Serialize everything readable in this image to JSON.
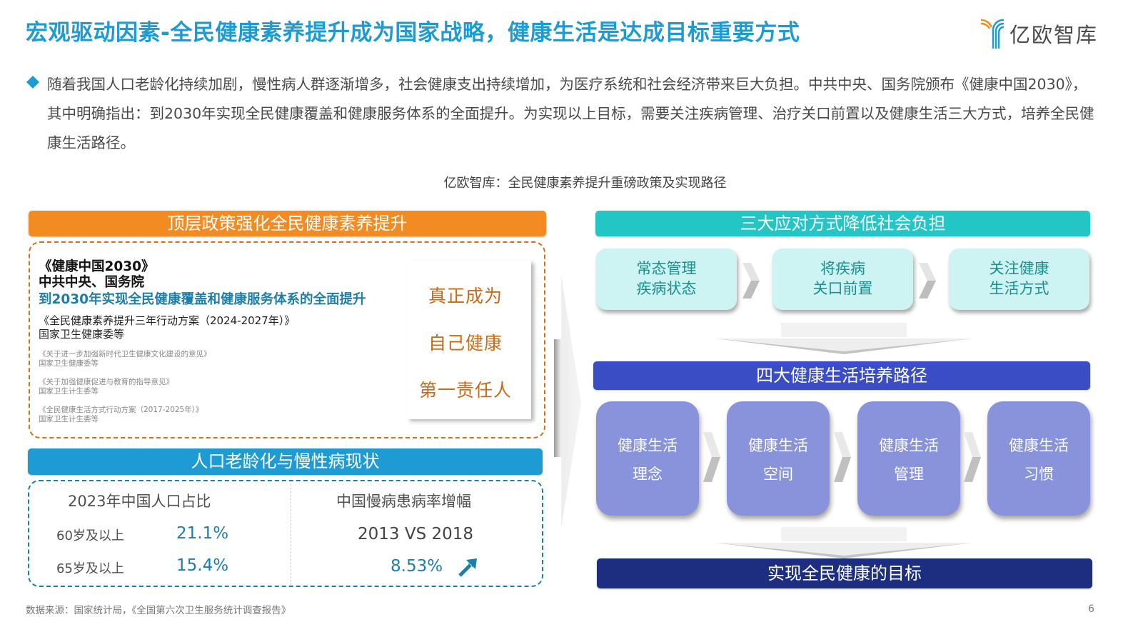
{
  "header": {
    "title": "宏观驱动因素-全民健康素养提升成为国家战略，健康生活是达成目标重要方式",
    "logo_text": "亿欧智库"
  },
  "intro": {
    "text": "随着我国人口老龄化持续加剧，慢性病人群逐渐增多，社会健康支出持续增加，为医疗系统和社会经济带来巨大负担。中共中央、国务院颁布《健康中国2030》，其中明确指出：到2030年实现全民健康覆盖和健康服务体系的全面提升。为实现以上目标，需要关注疾病管理、治疗关口前置以及健康生活三大方式，培养全民健康生活路径。"
  },
  "figure_caption": "亿欧智库：全民健康素养提升重磅政策及实现路径",
  "left": {
    "policy_banner": "顶层政策强化全民健康素养提升",
    "main_policy": {
      "title": "《健康中国2030》",
      "org": "中共中央、国务院",
      "goal": "到2030年实现全民健康覆盖和健康服务体系的全面提升"
    },
    "second_policy": {
      "title": "《全民健康素养提升三年行动方案（2024-2027年）》",
      "org": "国家卫生健康委等"
    },
    "small_policies": [
      {
        "title": "《关于进一步加强新时代卫生健康文化建设的意见》",
        "org": "国家卫生健康委等"
      },
      {
        "title": "《关于加强健康促进与教育的指导意见》",
        "org": "国家卫生计生委等"
      },
      {
        "title": "《全民健康生活方式行动方案（2017-2025年）》",
        "org": "国家卫生计生委等"
      }
    ],
    "slogan": [
      "真正成为",
      "自己健康",
      "第一责任人"
    ],
    "status_banner": "人口老龄化与慢性病现状",
    "population": {
      "title": "2023年中国人口占比",
      "rows": [
        {
          "label": "60岁及以上",
          "value": "21.1%"
        },
        {
          "label": "65岁及以上",
          "value": "15.4%"
        }
      ]
    },
    "chronic": {
      "title": "中国慢病患病率增幅",
      "compare": "2013 VS 2018",
      "value": "8.53%",
      "trend_icon": "arrow-up-right"
    }
  },
  "right": {
    "ways_banner": "三大应对方式降低社会负担",
    "ways": [
      {
        "line1": "常态管理",
        "line2": "疾病状态"
      },
      {
        "line1": "将疾病",
        "line2": "关口前置"
      },
      {
        "line1": "关注健康",
        "line2": "生活方式"
      }
    ],
    "paths_banner": "四大健康生活培养路径",
    "paths": [
      {
        "line1": "健康生活",
        "line2": "理念"
      },
      {
        "line1": "健康生活",
        "line2": "空间"
      },
      {
        "line1": "健康生活",
        "line2": "管理"
      },
      {
        "line1": "健康生活",
        "line2": "习惯"
      }
    ],
    "goal_banner": "实现全民健康的目标"
  },
  "footer": {
    "source": "数据来源：国家统计局，《全国第六次卫生服务统计调查报告》",
    "page_number": "6"
  },
  "colors": {
    "title_blue": "#1e9bd2",
    "orange": "#f38b23",
    "teal": "#23c5c5",
    "indigo": "#3a4dc4",
    "navy": "#1d2d7f",
    "value_blue": "#1f7ea8",
    "slogan_orange": "#c86a17"
  }
}
